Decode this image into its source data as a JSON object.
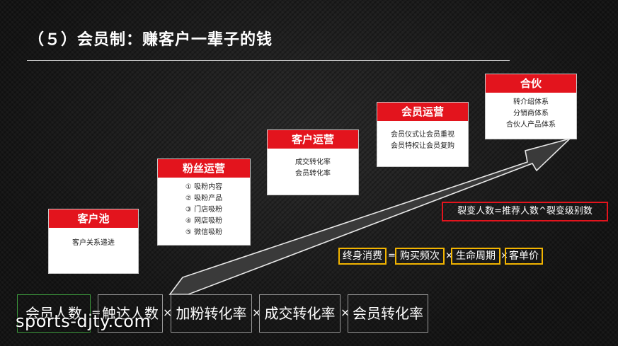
{
  "title": "（５）会员制：赚客户一辈子的钱",
  "cards": [
    {
      "head": "客户池",
      "items": [
        "客户关系递进"
      ]
    },
    {
      "head": "粉丝运营",
      "items": [
        "① 吸粉内容",
        "② 吸粉产品",
        "③ 门店吸粉",
        "④ 网店吸粉",
        "⑤ 微信吸粉"
      ]
    },
    {
      "head": "客户运营",
      "items": [
        "成交转化率",
        "会员转化率"
      ]
    },
    {
      "head": "会员运营",
      "items": [
        "会员仪式让会员重视",
        "会员特权让会员复购"
      ]
    },
    {
      "head": "合伙",
      "items": [
        "转介绍体系",
        "分销商体系",
        "合伙人产品体系"
      ]
    }
  ],
  "formula_red": "裂变人数=推荐人数^裂变级别数",
  "lifetime": {
    "a": "终身消费",
    "eq": "=",
    "b": "购买频次",
    "x1": "×",
    "c": "生命周期",
    "x2": "×",
    "d": "客单价"
  },
  "bottom": {
    "b1": "会员人数",
    "x1": "=",
    "b2": "触达人数",
    "x2": "×",
    "b3": "加粉转化率",
    "x3": "×",
    "b4": "成交转化率",
    "x4": "×",
    "b5": "会员转化率"
  },
  "watermark": "sports-djty.com",
  "colors": {
    "accent": "#e3141d",
    "highlight": "#f2b400"
  }
}
